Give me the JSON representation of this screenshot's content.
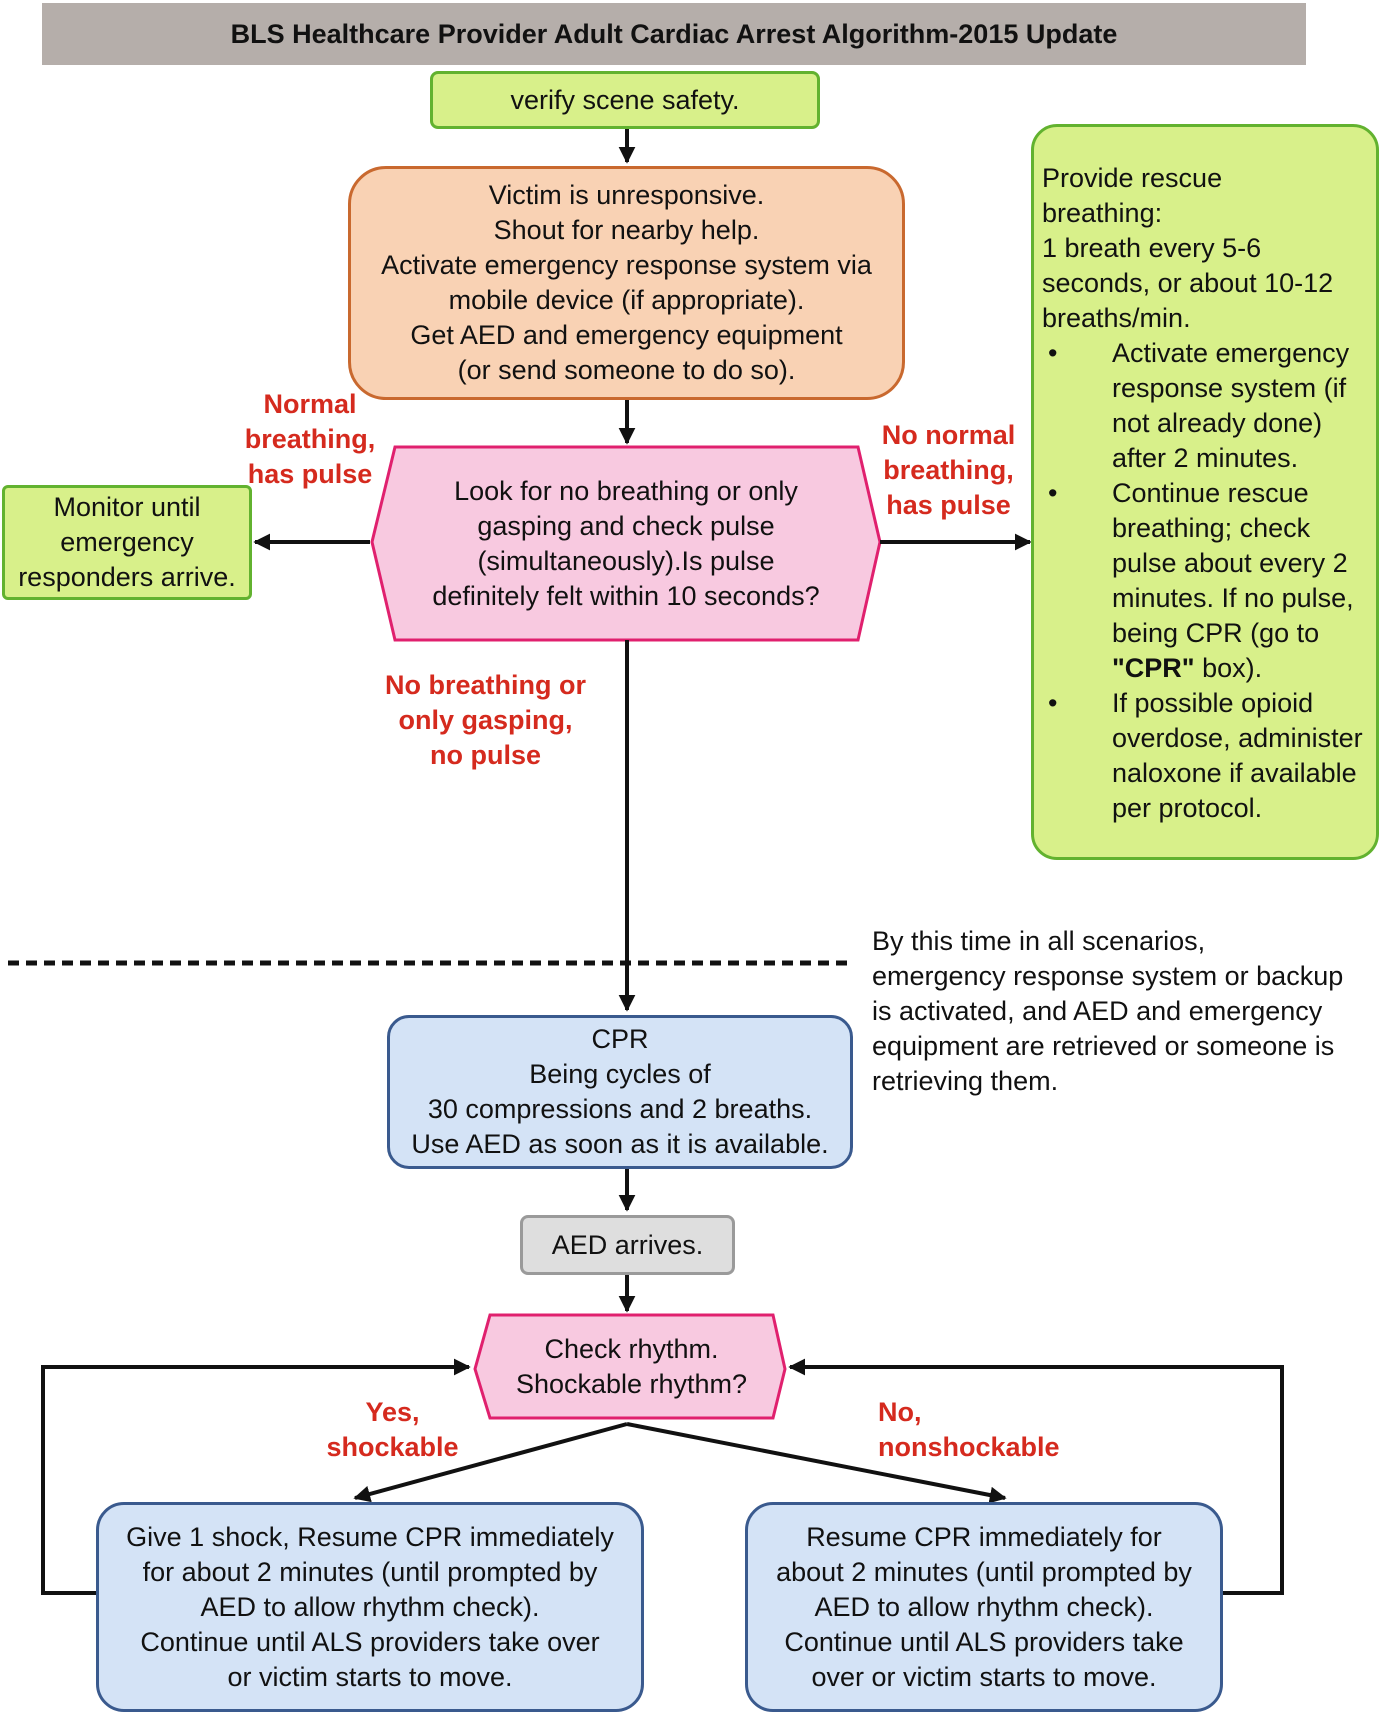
{
  "title": "BLS Healthcare Provider Adult Cardiac Arrest Algorithm-2015 Update",
  "nodes": {
    "scene_safety": "verify scene safety.",
    "unresponsive": [
      "Victim is unresponsive.",
      "Shout for nearby help.",
      "Activate emergency response system via",
      "mobile device (if appropriate).",
      "Get AED and emergency equipment",
      "(or send someone to do so)."
    ],
    "look_check": [
      "Look for no breathing or only",
      "gasping and check pulse",
      "(simultaneously).Is pulse",
      "definitely felt within 10 seconds?"
    ],
    "monitor": [
      "Monitor until",
      "emergency",
      "responders arrive."
    ],
    "rescue_breathing": {
      "intro": [
        "Provide rescue",
        "breathing:",
        "1 breath every 5-6",
        "seconds, or about 10-12",
        "breaths/min."
      ],
      "bullet_symbol": "•",
      "bullets": [
        [
          "Activate emergency",
          "response system (if",
          "not already done)",
          "after 2 minutes."
        ],
        [
          "Continue rescue",
          "breathing; check",
          "pulse about every 2",
          "minutes. If no pulse,",
          "being CPR (go to"
        ],
        [
          "If possible opioid",
          "overdose, administer",
          "naloxone if available",
          "per protocol."
        ]
      ],
      "cpr_ref": "\"CPR\"",
      "cpr_ref_tail": " box)."
    },
    "cpr": [
      "CPR",
      "Being cycles of",
      "30 compressions and 2 breaths.",
      "Use AED as soon as it is available."
    ],
    "aed_arrives": "AED arrives.",
    "check_rhythm": [
      "Check rhythm.",
      "Shockable rhythm?"
    ],
    "shock": [
      "Give 1 shock, Resume CPR immediately",
      "for about 2 minutes (until prompted by",
      "AED to allow rhythm check).",
      "Continue until ALS providers take over",
      "or victim starts to move."
    ],
    "no_shock": [
      "Resume CPR immediately for",
      "about 2 minutes (until prompted by",
      "AED to allow rhythm check).",
      "Continue until ALS providers take",
      "over or victim starts to move."
    ]
  },
  "edge_labels": {
    "normal_breathing": [
      "Normal",
      "breathing,",
      "has pulse"
    ],
    "no_normal_breathing": [
      "No normal",
      "breathing,",
      "has pulse"
    ],
    "no_breathing": [
      "No breathing or",
      "only gasping,",
      "no pulse"
    ],
    "yes_shockable": [
      "Yes,",
      "shockable"
    ],
    "no_shockable": [
      "No,",
      "nonshockable"
    ]
  },
  "note": [
    "By this time in all scenarios,",
    "emergency response system or backup",
    "is activated, and AED and emergency",
    "equipment are retrieved or someone is",
    "retrieving them."
  ],
  "colors": {
    "green_fill": "#d8f08a",
    "green_border": "#62b22f",
    "orange_fill": "#f9d2b4",
    "orange_border": "#c9692f",
    "pink_fill": "#f8c9e0",
    "pink_border": "#e0206e",
    "blue_fill": "#d4e3f6",
    "blue_border": "#3a5a8e",
    "gray_fill": "#dedede",
    "label_red": "#d52a1e",
    "title_bar": "#b5aeaa"
  }
}
